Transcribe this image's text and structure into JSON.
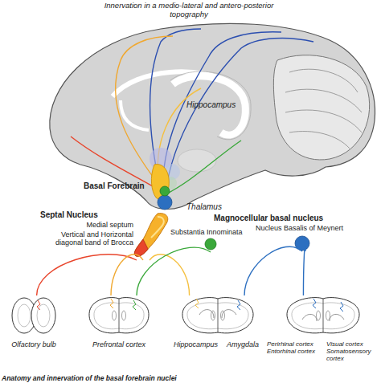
{
  "diagram": {
    "caption": "Anatomy and innervation of the basal forebrain nuclei",
    "nodes": [
      {
        "text": [
          "Septal Nucleus",
          "Medial septum",
          "Vertical and Horizontal diagonal band of Brocca"
        ]
      },
      {
        "text": [
          "Substantia Innominata"
        ]
      },
      {
        "text": [
          "Nucleus Basalis of Meynert"
        ]
      },
      {
        "text": [
          "Olfactory bulb"
        ]
      },
      {
        "text": [
          "Prefrontal cortex"
        ]
      },
      {
        "text": [
          "Hippocampus",
          "Amygdala"
        ]
      },
      {
        "text": [
          "Perirhinal cortex Entorhinal cortex",
          "Visual cortex Somatosensory cortex"
        ]
      }
    ],
    "edges": [
      {
        "from": 0,
        "to": 3,
        "arrow": "none"
      },
      {
        "from": 0,
        "to": 4,
        "arrow": "none"
      },
      {
        "from": 0,
        "to": 5,
        "arrow": "none"
      },
      {
        "from": 1,
        "to": 4,
        "arrow": "none"
      },
      {
        "from": 2,
        "to": 5,
        "arrow": "none"
      },
      {
        "from": 2,
        "to": 6,
        "arrow": "none"
      }
    ],
    "labels": [
      "Innervation in a medio-lateral and antero-posterior topography",
      "Hippocampus",
      "Basal Forebrain",
      "Thalamus",
      "Magnocellular basal nucleus"
    ]
  }
}
